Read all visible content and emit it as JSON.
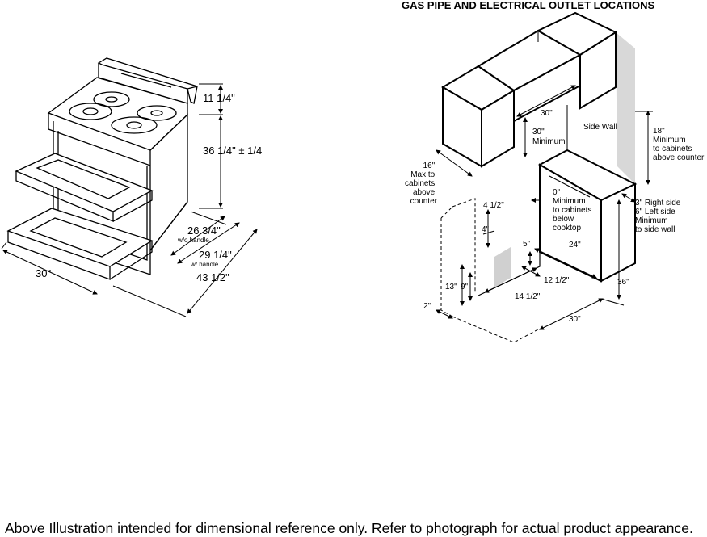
{
  "title": "GAS PIPE AND ELECTRICAL OUTLET LOCATIONS",
  "footer": "Above Illustration intended for dimensional reference only. Refer to photograph for actual product appearance.",
  "range": {
    "height_top": "11 1/4\"",
    "height_body": "36 1/4\" ± 1/4",
    "width": "30\"",
    "depth_no_handle": "26 3/4\"",
    "depth_no_handle_note": "w/o handle",
    "depth_with_handle": "29 1/4\"",
    "depth_with_handle_note": "w/ handle",
    "depth_door_open": "43 1/2\""
  },
  "installation": {
    "cabinet_gap_width": "30\"",
    "cabinet_gap_height": [
      "30\"",
      "Minimum"
    ],
    "side_wall": "Side Wall",
    "cabinet_depth": [
      "16\"",
      "Max to",
      "cabinets",
      "above",
      "counter"
    ],
    "cabinet_clearance": [
      "18\"",
      "Minimum",
      "to cabinets",
      "above counter"
    ],
    "cooktop_clearance": [
      "0\"",
      "Minimum",
      "to cabinets",
      "below",
      "cooktop"
    ],
    "side_wall_clearance": [
      "3\" Right side",
      "6\" Left side",
      "Minimum",
      "to side wall"
    ],
    "dim_4_half": "4 1/2\"",
    "dim_4": "4\"",
    "dim_5": "5\"",
    "dim_24": "24\"",
    "dim_13": "13\"",
    "dim_9": "9\"",
    "dim_12_half": "12 1/2\"",
    "dim_36": "36\"",
    "dim_2": "2\"",
    "dim_14_half": "14 1/2\"",
    "dim_30": "30\""
  }
}
